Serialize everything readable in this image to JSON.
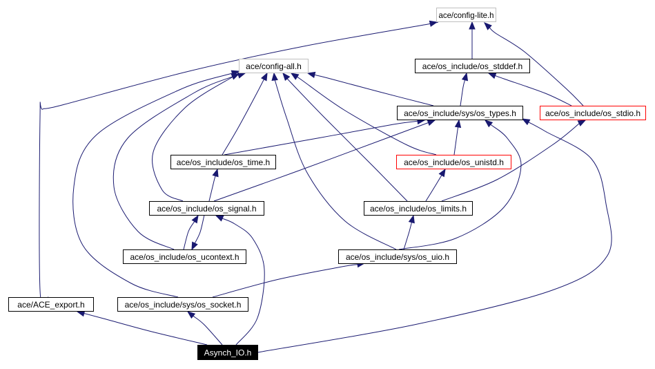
{
  "colors": {
    "edge": "#191970",
    "border_default": "#000000",
    "border_gray": "#bfbfbf",
    "border_red": "#ff0000",
    "focus_fill": "#000000",
    "focus_text": "#ffffff",
    "text": "#000000"
  },
  "nodes": [
    {
      "id": "config_lite",
      "label": "ace/config-lite.h",
      "style": "gray"
    },
    {
      "id": "config_all",
      "label": "ace/config-all.h",
      "style": "gray"
    },
    {
      "id": "os_stddef",
      "label": "ace/os_include/os_stddef.h",
      "style": "default"
    },
    {
      "id": "os_types",
      "label": "ace/os_include/sys/os_types.h",
      "style": "default"
    },
    {
      "id": "os_stdio",
      "label": "ace/os_include/os_stdio.h",
      "style": "red"
    },
    {
      "id": "os_time",
      "label": "ace/os_include/os_time.h",
      "style": "default"
    },
    {
      "id": "os_unistd",
      "label": "ace/os_include/os_unistd.h",
      "style": "red"
    },
    {
      "id": "os_signal",
      "label": "ace/os_include/os_signal.h",
      "style": "default"
    },
    {
      "id": "os_limits",
      "label": "ace/os_include/os_limits.h",
      "style": "default"
    },
    {
      "id": "os_ucontext",
      "label": "ace/os_include/os_ucontext.h",
      "style": "default"
    },
    {
      "id": "os_uio",
      "label": "ace/os_include/sys/os_uio.h",
      "style": "default"
    },
    {
      "id": "ace_export",
      "label": "ace/ACE_export.h",
      "style": "default"
    },
    {
      "id": "os_socket",
      "label": "ace/os_include/sys/os_socket.h",
      "style": "default"
    },
    {
      "id": "asynch_io",
      "label": "Asynch_IO.h",
      "style": "focus"
    }
  ],
  "edges": [
    {
      "from": "ace_export",
      "to": "config_lite"
    },
    {
      "from": "os_stddef",
      "to": "config_lite"
    },
    {
      "from": "os_stdio",
      "to": "config_lite"
    },
    {
      "from": "os_types",
      "to": "os_stddef"
    },
    {
      "from": "os_stdio",
      "to": "os_stddef"
    },
    {
      "from": "os_types",
      "to": "config_all"
    },
    {
      "from": "os_time",
      "to": "config_all"
    },
    {
      "from": "os_signal",
      "to": "config_all"
    },
    {
      "from": "os_unistd",
      "to": "config_all"
    },
    {
      "from": "os_limits",
      "to": "config_all"
    },
    {
      "from": "os_ucontext",
      "to": "config_all"
    },
    {
      "from": "os_uio",
      "to": "config_all"
    },
    {
      "from": "os_socket",
      "to": "config_all"
    },
    {
      "from": "os_time",
      "to": "os_types"
    },
    {
      "from": "os_signal",
      "to": "os_types"
    },
    {
      "from": "os_unistd",
      "to": "os_types"
    },
    {
      "from": "os_uio",
      "to": "os_types"
    },
    {
      "from": "asynch_io",
      "to": "os_types"
    },
    {
      "from": "os_limits",
      "to": "os_stdio"
    },
    {
      "from": "os_signal",
      "to": "os_time"
    },
    {
      "from": "os_limits",
      "to": "os_unistd"
    },
    {
      "from": "os_ucontext",
      "to": "os_signal"
    },
    {
      "from": "asynch_io",
      "to": "os_signal"
    },
    {
      "from": "os_signal",
      "to": "os_ucontext"
    },
    {
      "from": "os_uio",
      "to": "os_limits"
    },
    {
      "from": "os_socket",
      "to": "os_uio"
    },
    {
      "from": "asynch_io",
      "to": "ace_export"
    },
    {
      "from": "asynch_io",
      "to": "os_socket"
    }
  ]
}
